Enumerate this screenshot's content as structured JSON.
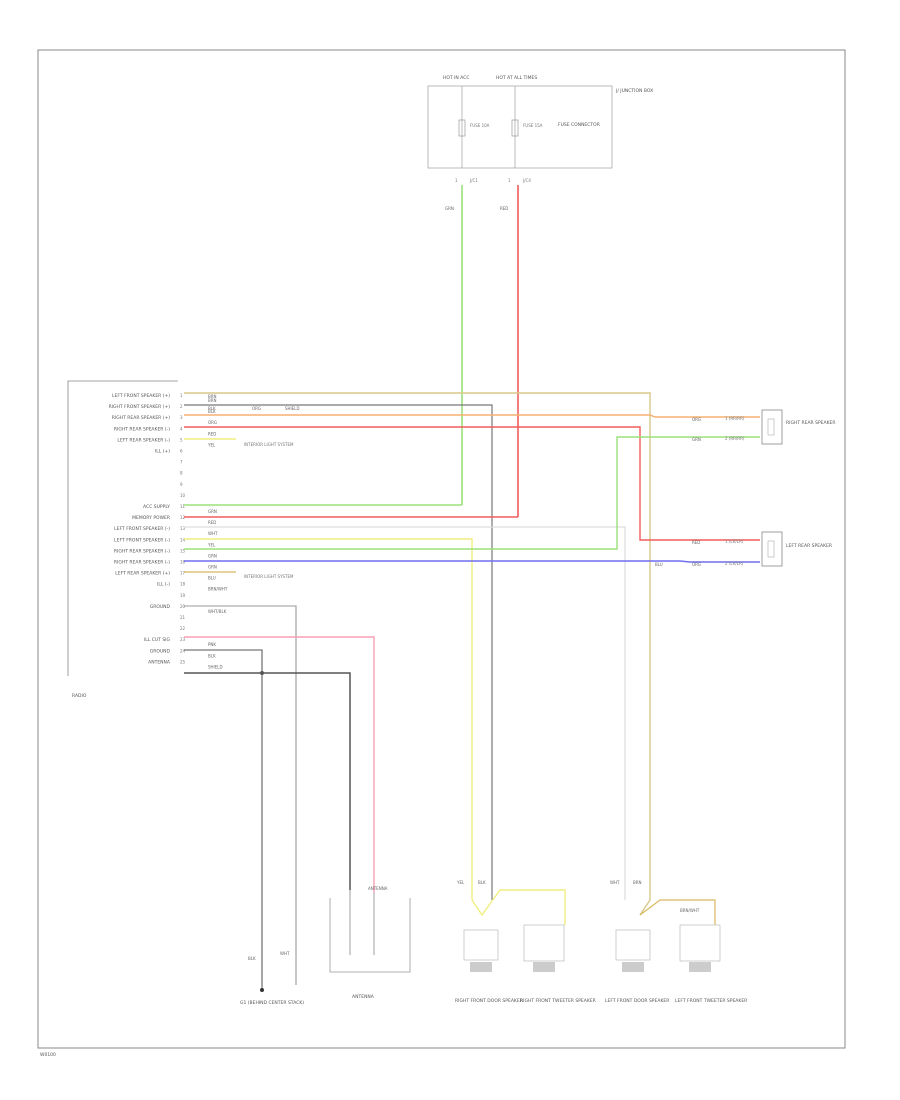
{
  "diagram": {
    "footer_code": "W0100",
    "junction_box": {
      "label": "J/ JUNCTION BOX",
      "fuse1_header": "HOT IN ACC",
      "fuse2_header": "HOT AT ALL TIMES",
      "fuse1_label": "FUSE 10A",
      "fuse2_label": "FUSE 15A",
      "inner_label": "FUSE CONNECTOR",
      "pin1": "1",
      "pin2": "1",
      "conn1": "J/C1",
      "conn2": "J/C4"
    },
    "radio": {
      "label": "RADIO",
      "groups": [
        {
          "label": "LEFT FRONT SPEAKER (+)",
          "pin": "1",
          "wire": "BRN",
          "color": "#d8c88a"
        },
        {
          "label": "RIGHT FRONT SPEAKER (+)",
          "pin": "2",
          "wire": "BLK",
          "color": "#777777"
        },
        {
          "label": "RIGHT REAR SPEAKER (+)",
          "pin": "3",
          "wire": "ORG",
          "color": "#f5b070"
        },
        {
          "label": "RIGHT REAR SPEAKER (-)",
          "pin": "4",
          "wire": "RED",
          "color": "#f25c5c"
        },
        {
          "label": "LEFT REAR SPEAKER (-)",
          "pin": "5",
          "wire": "YEL",
          "color": "#f0ee80"
        },
        {
          "label": "ILL (+)",
          "pin": "6",
          "wire": "",
          "color": ""
        },
        {
          "label": "",
          "pin": "7",
          "wire": "",
          "color": ""
        },
        {
          "label": "",
          "pin": "8",
          "wire": "",
          "color": ""
        },
        {
          "label": "",
          "pin": "9",
          "wire": "",
          "color": ""
        },
        {
          "label": "",
          "pin": "10",
          "wire": "",
          "color": ""
        },
        {
          "label": "ACC SUPPLY",
          "pin": "11",
          "wire": "GRN",
          "color": "#9be07a"
        },
        {
          "label": "MEMORY POWER",
          "pin": "12",
          "wire": "RED",
          "color": "#f25c5c"
        },
        {
          "label": "LEFT FRONT SPEAKER (-)",
          "pin": "13",
          "wire": "WHT",
          "color": "#dddddd"
        },
        {
          "label": "LEFT FRONT SPEAKER (-)",
          "pin": "14",
          "wire": "YEL",
          "color": "#f0ee80"
        },
        {
          "label": "RIGHT REAR SPEAKER (-)",
          "pin": "15",
          "wire": "GRN",
          "color": "#9be07a"
        },
        {
          "label": "RIGHT REAR SPEAKER (-)",
          "pin": "16",
          "wire": "GRN",
          "color": "#9be07a"
        },
        {
          "label": "LEFT REAR SPEAKER (+)",
          "pin": "17",
          "wire": "BLU",
          "color": "#6f6ff0"
        },
        {
          "label": "ILL (-)",
          "pin": "18",
          "wire": "BRN/WHT",
          "color": "#d8b860"
        },
        {
          "label": "",
          "pin": "19",
          "wire": "",
          "color": ""
        },
        {
          "label": "GROUND",
          "pin": "20",
          "wire": "WHT/BLK",
          "color": "#999999"
        },
        {
          "label": "",
          "pin": "21",
          "wire": "",
          "color": ""
        },
        {
          "label": "",
          "pin": "22",
          "wire": "",
          "color": ""
        },
        {
          "label": "ILL CUT SIG",
          "pin": "23",
          "wire": "PNK",
          "color": "#f5a0b5"
        },
        {
          "label": "GROUND",
          "pin": "24",
          "wire": "BLK",
          "color": "#777777"
        },
        {
          "label": "ANTENNA",
          "pin": "25",
          "wire": "SHIELD",
          "color": "#555555"
        }
      ],
      "note_ill1": "INTERIOR LIGHT SYSTEM",
      "note_ill2": "INTERIOR LIGHT SYSTEM"
    },
    "wire_labels": {
      "grn_vertical": "GRN",
      "red_vertical": "RED",
      "brn_top": "BRN",
      "blk_top": "BLK",
      "org_top": "ORG",
      "shield_top": "SHIELD",
      "rr_org": "ORG",
      "rr_grn": "GRN",
      "rr_conn1": "1 (RR/RR)",
      "rr_conn2": "2 (RR/RR)",
      "lr_red": "RED",
      "lr_org": "ORG",
      "lr_conn1": "1 (LR/LR)",
      "lr_conn2": "2 (LR/LR)",
      "blu_right": "BLU",
      "gnd_blk": "BLK",
      "gnd_wht": "WHT",
      "ant_conn": "ANTENNA",
      "rf_wire1": "YEL",
      "rf_wire2": "BLK",
      "lf_wire1": "WHT",
      "lf_wire2": "BRN",
      "lf_wire3": "BRN/WHT"
    },
    "components": {
      "right_rear_speaker": "RIGHT REAR SPEAKER",
      "left_rear_speaker": "LEFT REAR SPEAKER",
      "ground": "G1 (BEHIND CENTER STACK)",
      "antenna": "ANTENNA",
      "rf_door": "RIGHT FRONT DOOR SPEAKER",
      "rf_tweeter": "RIGHT FRONT TWEETER SPEAKER",
      "lf_door": "LEFT FRONT DOOR SPEAKER",
      "lf_tweeter": "LEFT FRONT TWEETER SPEAKER"
    },
    "colors": {
      "green": "#9be07a",
      "red": "#f25c5c",
      "orange": "#f5b070",
      "brown": "#d8c88a",
      "yellow": "#f0ee80",
      "blue": "#6f6ff0",
      "pink": "#f5a0b5",
      "black": "#777777",
      "border": "#888888"
    }
  }
}
